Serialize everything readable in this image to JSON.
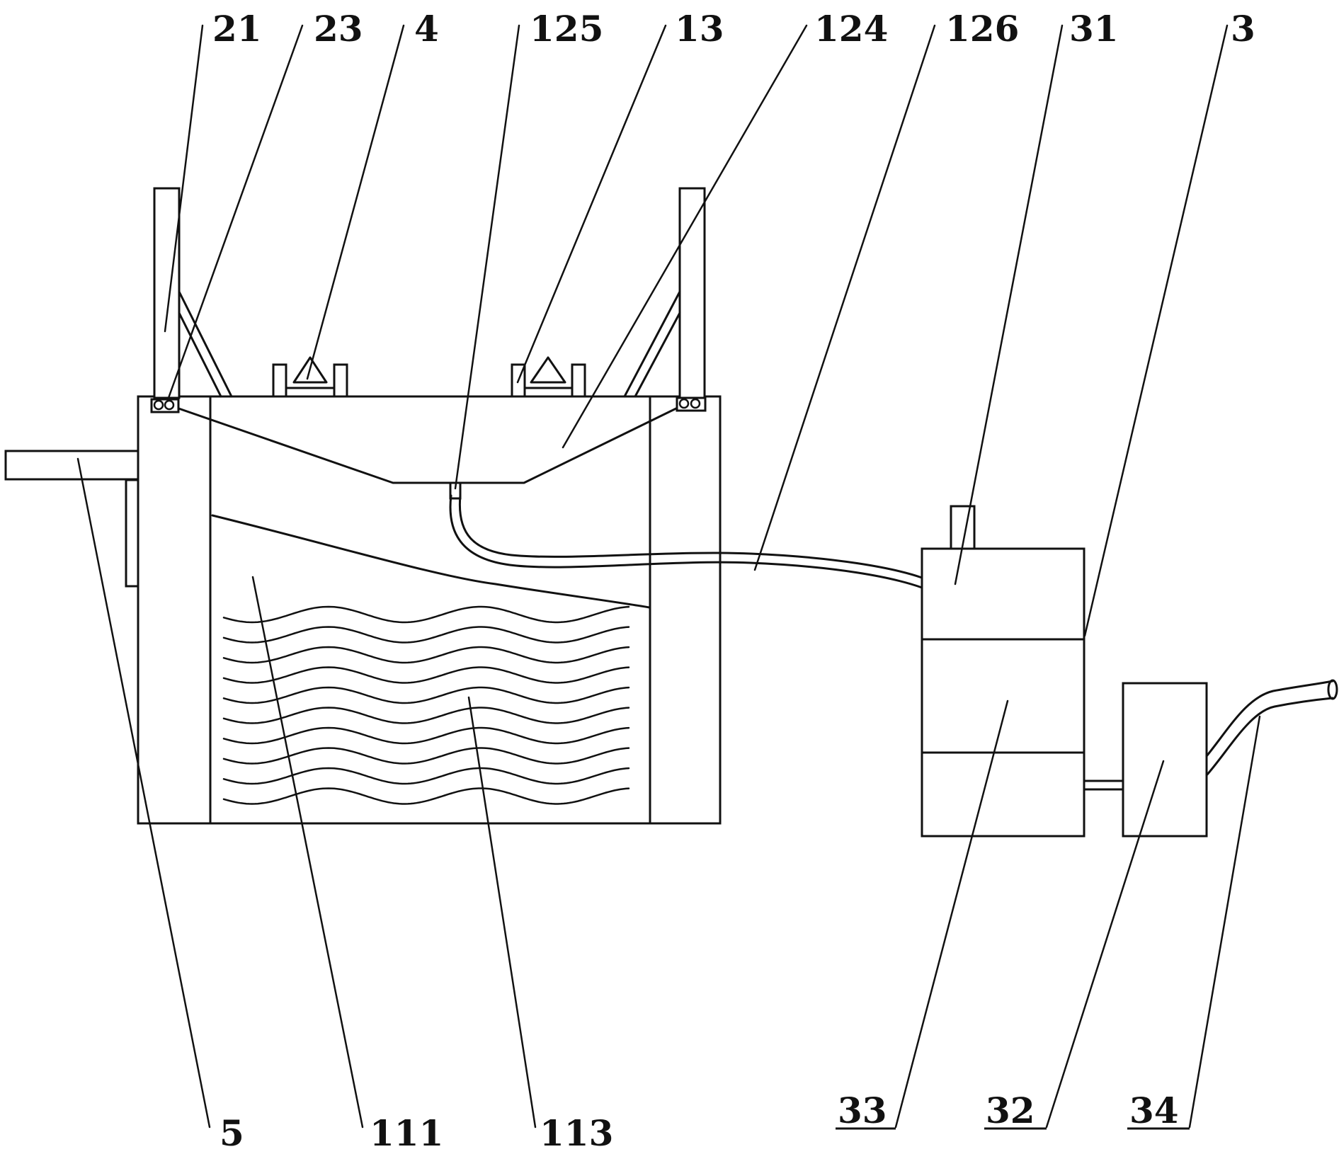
{
  "figure": {
    "labels": {
      "l21": "21",
      "l23": "23",
      "l4": "4",
      "l125": "125",
      "l13": "13",
      "l124": "124",
      "l126": "126",
      "l31": "31",
      "l3": "3",
      "l5": "5",
      "l111": "111",
      "l113": "113",
      "l33": "33",
      "l32": "32",
      "l34": "34"
    },
    "underlined_labels": [
      "33",
      "32",
      "34"
    ]
  }
}
